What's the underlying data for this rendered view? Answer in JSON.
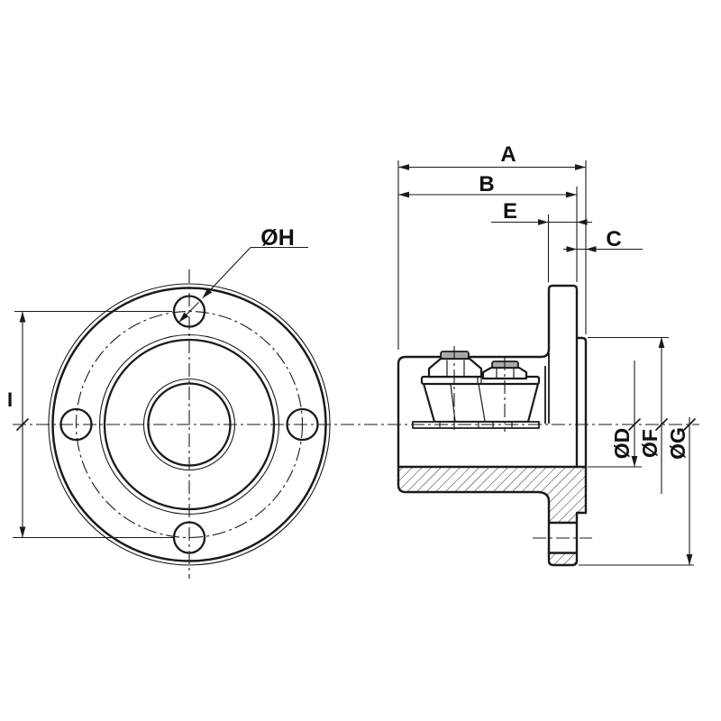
{
  "drawing": {
    "type": "technical-drawing",
    "subject": "flanged hub with studs, front view and half-section side view"
  },
  "colors": {
    "line_color": "#1a1a1a",
    "background": "#ffffff",
    "nut_cap_fill": "#a8a8a8"
  },
  "dimensions": {
    "overall_length_label": "A",
    "body_length_label": "B",
    "spigot_length_label": "C",
    "bore_diameter_label": "ØD",
    "flange_thickness_label": "E",
    "spigot_diameter_label": "ØF",
    "outside_diameter_label": "ØG",
    "bolt_hole_diameter_label": "ØH",
    "bolt_span_label": "I"
  }
}
